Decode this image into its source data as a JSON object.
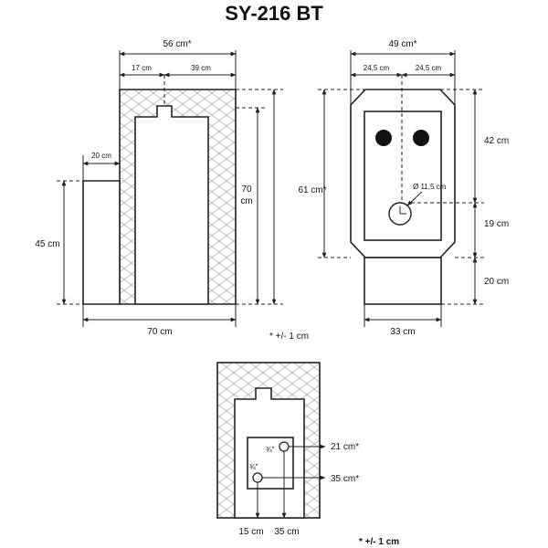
{
  "title": "SY-216 BT",
  "side_view": {
    "width_top": "56 cm*",
    "seg_left": "17 cm",
    "seg_right": "39 cm",
    "step_width": "20 cm",
    "height_left": "45 cm",
    "height_right_line1": "70",
    "height_right_line2": "cm",
    "width_bottom": "70 cm",
    "tolerance_note": "* +/- 1 cm"
  },
  "front_view": {
    "width_top": "49 cm*",
    "half_left": "24,5 cm",
    "half_right": "24,5 cm",
    "height_total": "61 cm*",
    "h_top": "42 cm",
    "h_mid": "19 cm",
    "h_bottom": "20 cm",
    "pipe_diameter": "Ø 11,5 cm",
    "base_width": "33 cm"
  },
  "back_view": {
    "fitting_top": "¾\"",
    "fitting_bottom": "¾\"",
    "h_upper": "21 cm*",
    "h_lower": "35 cm*",
    "x_left": "15 cm",
    "x_right": "35 cm",
    "tolerance_note": "* +/- 1 cm"
  }
}
